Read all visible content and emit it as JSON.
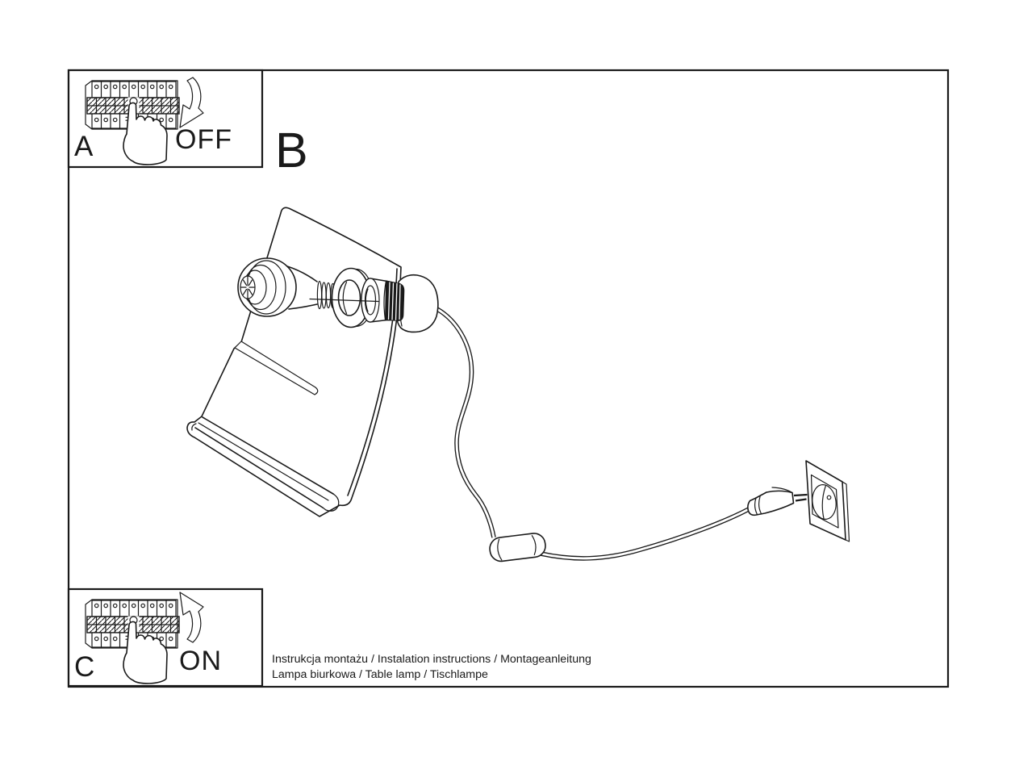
{
  "panels": {
    "a": {
      "label": "A",
      "state_label": "OFF"
    },
    "b": {
      "label": "B"
    },
    "c": {
      "label": "C",
      "state_label": "ON"
    }
  },
  "footer": {
    "instructions_line": "Instrukcja montażu / Instalation instructions / Montageanleitung",
    "product_line": "Lampa biurkowa / Table lamp / Tischlampe"
  },
  "colors": {
    "line": "#1a1a1a",
    "background": "#ffffff"
  },
  "icons": {
    "panel_a": [
      "circuit-breaker-icon",
      "hand-press-icon",
      "curved-arrow-down-icon"
    ],
    "panel_b": [
      "desk-lamp-drawing",
      "bulb-icon",
      "socket-ring-icon",
      "lamp-holder-icon",
      "power-cord-icon",
      "inline-switch-icon",
      "power-plug-icon",
      "wall-socket-icon"
    ],
    "panel_c": [
      "circuit-breaker-icon",
      "hand-press-icon",
      "curved-arrow-up-icon"
    ]
  }
}
